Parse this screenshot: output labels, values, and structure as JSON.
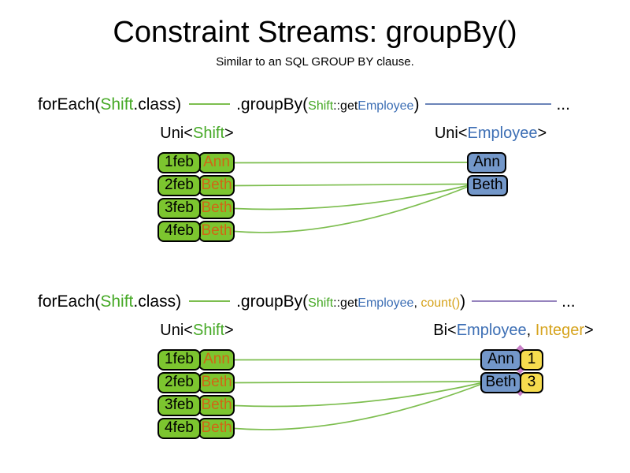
{
  "title": "Constraint Streams: groupBy()",
  "subtitle": "Similar to an SQL GROUP BY clause.",
  "colors": {
    "class_green": "#46a926",
    "type_blue": "#3c6eb4",
    "gold": "#d6a31c",
    "name_orange": "#d06616",
    "cell_green_fill": "#7cc52f",
    "group_blue_fill": "#7397c9",
    "count_yellow_fill": "#f6dc4e",
    "wire_green": "#7dbe4f",
    "wire_blue": "#6b84b8",
    "wire_purple": "#9583bd",
    "join_pink": "#c77fc7"
  },
  "code1": {
    "fe_pre": "forEach(",
    "fe_cls": "Shift",
    "fe_post": ".class)",
    "gb_pre": ".groupBy(",
    "arg_cls": "Shift",
    "arg_mid": "::get",
    "arg_type": "Employee",
    "gb_post": ")",
    "dots": "..."
  },
  "code2": {
    "fe_pre": "forEach(",
    "fe_cls": "Shift",
    "fe_post": ".class)",
    "gb_pre": ".groupBy(",
    "arg_cls": "Shift",
    "arg_mid": "::get",
    "arg_type": "Employee",
    "sep": ", ",
    "arg_count": "count()",
    "gb_post": ")",
    "dots": "..."
  },
  "label_uni_shift": {
    "pre": "Uni<",
    "type": "Shift",
    "post": ">"
  },
  "label_uni_employee": {
    "pre": "Uni<",
    "type": "Employee",
    "post": ">"
  },
  "label_bi": {
    "pre": "Bi<",
    "type1": "Employee",
    "sep": ", ",
    "type2": "Integer",
    "post": ">"
  },
  "shifts": [
    {
      "date": "1feb",
      "name": "Ann"
    },
    {
      "date": "2feb",
      "name": "Beth"
    },
    {
      "date": "3feb",
      "name": "Beth"
    },
    {
      "date": "4feb",
      "name": "Beth"
    }
  ],
  "groups1": [
    {
      "name": "Ann"
    },
    {
      "name": "Beth"
    }
  ],
  "groups2": [
    {
      "name": "Ann",
      "count": "1"
    },
    {
      "name": "Beth",
      "count": "3"
    }
  ]
}
